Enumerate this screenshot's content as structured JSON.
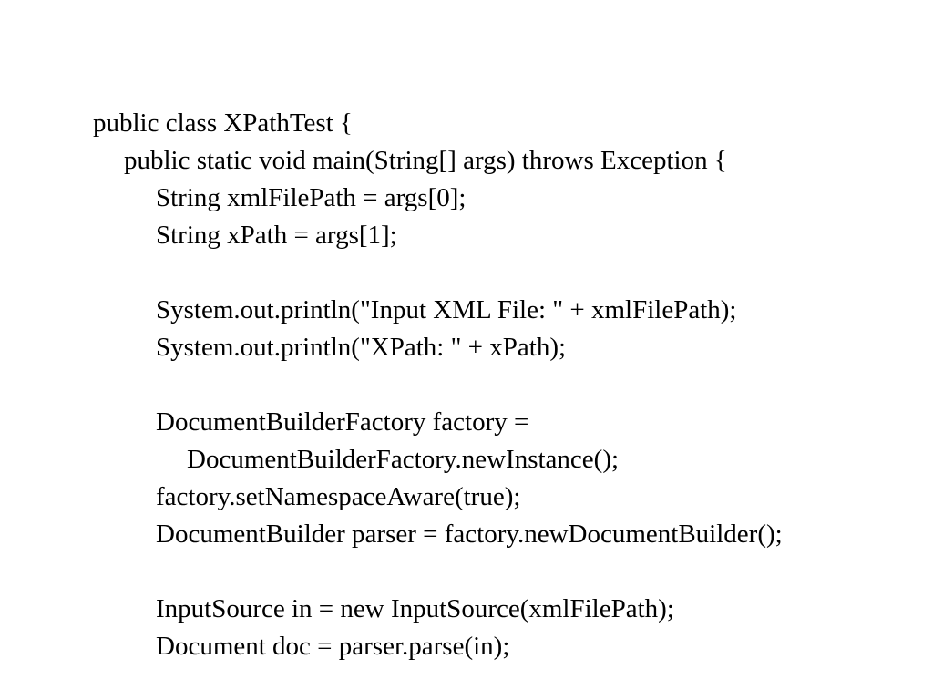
{
  "code": {
    "lines": [
      {
        "text": "public class XPathTest {",
        "indent": 0
      },
      {
        "text": "public static void main(String[] args) throws Exception {",
        "indent": 1
      },
      {
        "text": "String xmlFilePath = args[0];",
        "indent": 2
      },
      {
        "text": "String xPath = args[1];",
        "indent": 2
      },
      {
        "text": "",
        "indent": 2
      },
      {
        "text": "System.out.println(\"Input XML File: \" + xmlFilePath);",
        "indent": 2
      },
      {
        "text": "System.out.println(\"XPath: \" + xPath);",
        "indent": 2
      },
      {
        "text": "",
        "indent": 2
      },
      {
        "text": "DocumentBuilderFactory factory =",
        "indent": 2
      },
      {
        "text": "DocumentBuilderFactory.newInstance();",
        "indent": 3
      },
      {
        "text": "factory.setNamespaceAware(true);",
        "indent": 2
      },
      {
        "text": "DocumentBuilder parser = factory.newDocumentBuilder();",
        "indent": 2
      },
      {
        "text": "",
        "indent": 2
      },
      {
        "text": "InputSource in = new InputSource(xmlFilePath);",
        "indent": 2
      },
      {
        "text": "Document doc = parser.parse(in);",
        "indent": 2
      }
    ]
  }
}
